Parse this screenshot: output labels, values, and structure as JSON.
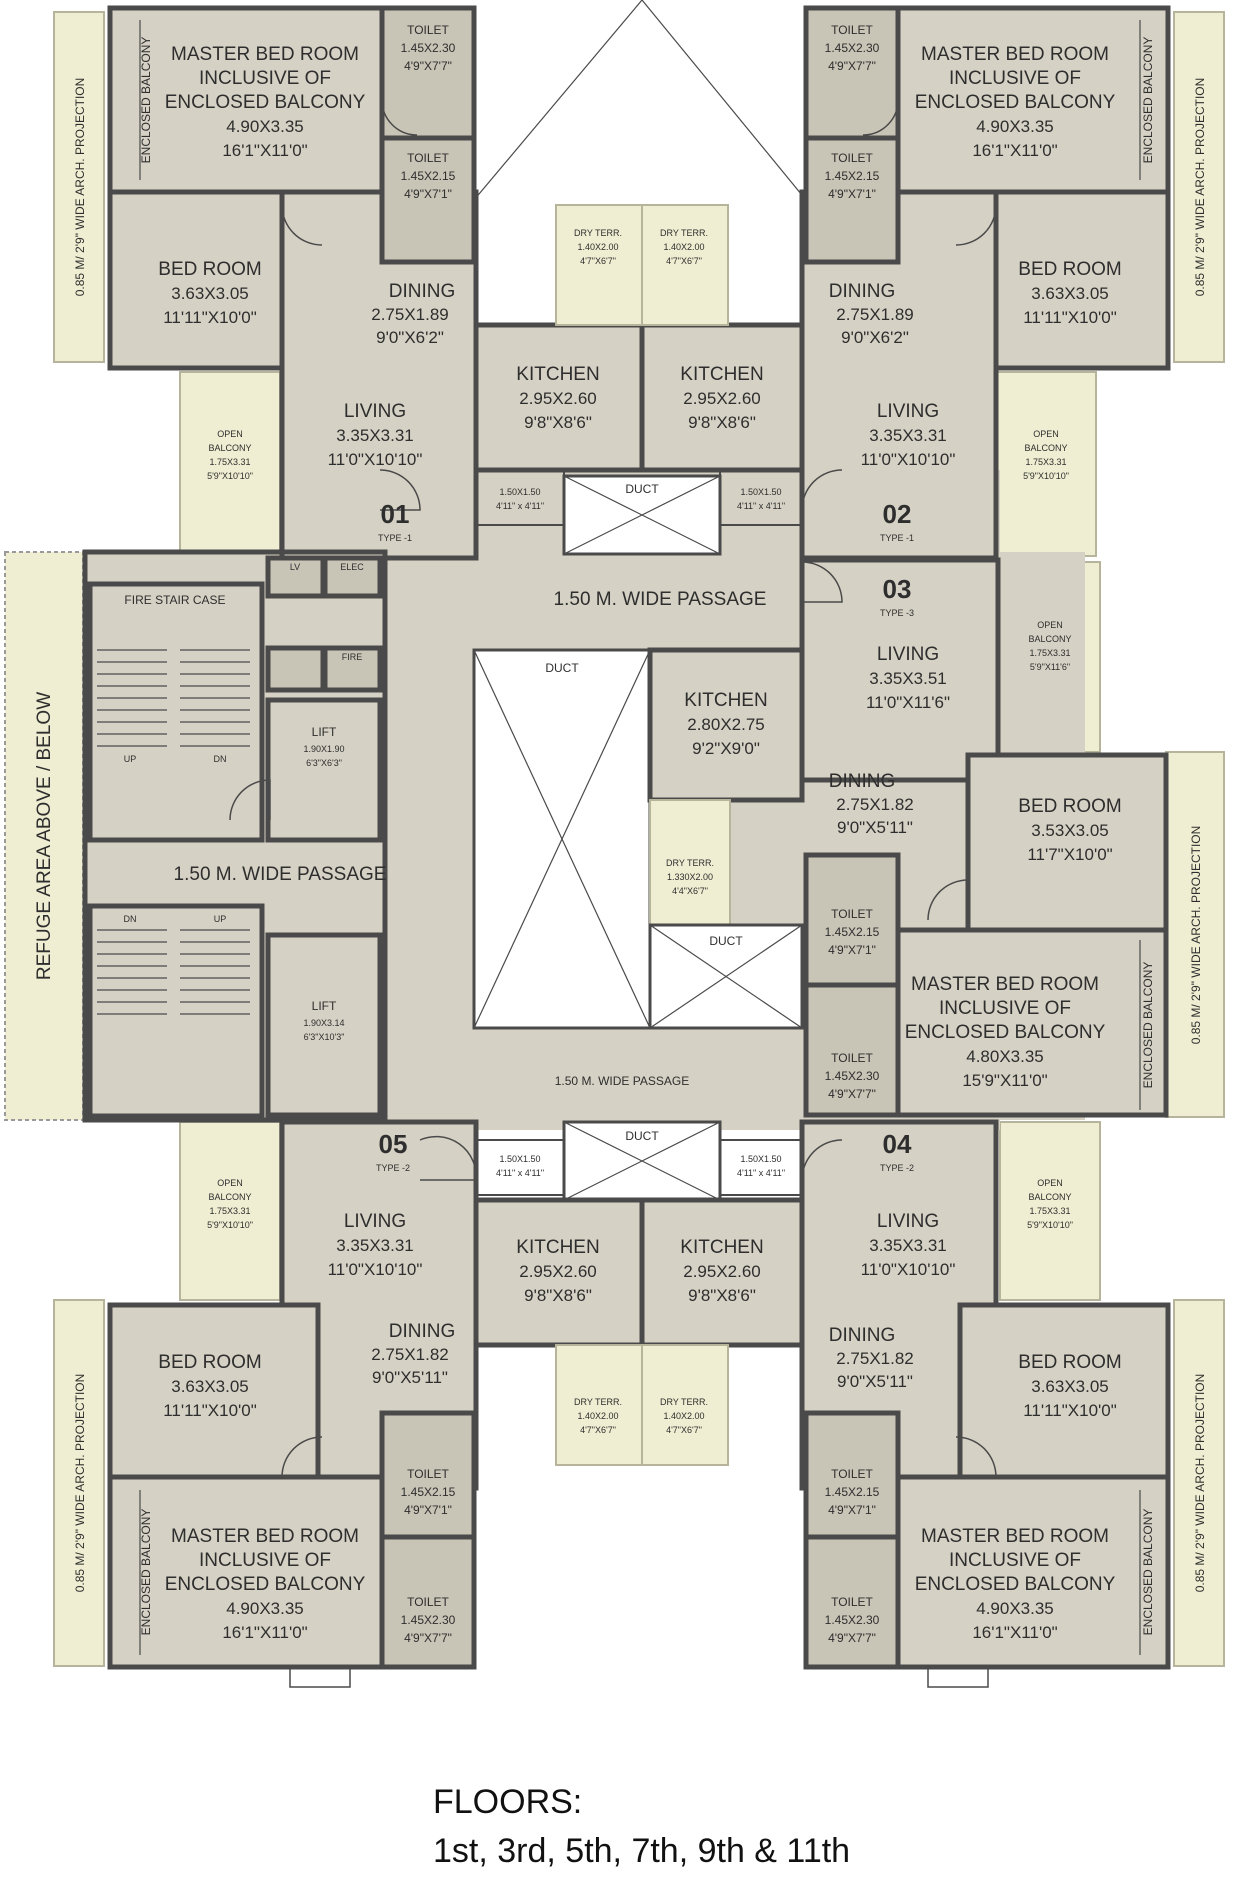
{
  "rooms": {
    "mbr_tl": [
      "MASTER BED ROOM",
      "INCLUSIVE OF",
      "ENCLOSED BALCONY",
      "4.90X3.35",
      "16'1\"X11'0\""
    ],
    "mbr_tr": [
      "MASTER BED ROOM",
      "INCLUSIVE OF",
      "ENCLOSED BALCONY",
      "4.90X3.35",
      "16'1\"X11'0\""
    ],
    "mbr_r3": [
      "MASTER BED ROOM",
      "INCLUSIVE OF",
      "ENCLOSED BALCONY",
      "4.80X3.35",
      "15'9\"X11'0\""
    ],
    "mbr_bl": [
      "MASTER BED ROOM",
      "INCLUSIVE OF",
      "ENCLOSED BALCONY",
      "4.90X3.35",
      "16'1\"X11'0\""
    ],
    "mbr_br": [
      "MASTER BED ROOM",
      "INCLUSIVE OF",
      "ENCLOSED BALCONY",
      "4.90X3.35",
      "16'1\"X11'0\""
    ],
    "bed_tl": [
      "BED ROOM",
      "3.63X3.05",
      "11'11\"X10'0\""
    ],
    "bed_tr": [
      "BED ROOM",
      "3.63X3.05",
      "11'11\"X10'0\""
    ],
    "bed_r3": [
      "BED ROOM",
      "3.53X3.05",
      "11'7\"X10'0\""
    ],
    "bed_bl": [
      "BED ROOM",
      "3.63X3.05",
      "11'11\"X10'0\""
    ],
    "bed_br": [
      "BED ROOM",
      "3.63X3.05",
      "11'11\"X10'0\""
    ],
    "dining_1": [
      "DINING",
      "2.75X1.89",
      "9'0\"X6'2\""
    ],
    "dining_2": [
      "DINING",
      "2.75X1.89",
      "9'0\"X6'2\""
    ],
    "dining_3": [
      "DINING",
      "2.75X1.82",
      "9'0\"X5'11\""
    ],
    "dining_5": [
      "DINING",
      "2.75X1.82",
      "9'0\"X5'11\""
    ],
    "dining_4": [
      "DINING",
      "2.75X1.82",
      "9'0\"X5'11\""
    ],
    "living_1": [
      "LIVING",
      "3.35X3.31",
      "11'0\"X10'10\""
    ],
    "living_2": [
      "LIVING",
      "3.35X3.31",
      "11'0\"X10'10\""
    ],
    "living_3": [
      "LIVING",
      "3.35X3.51",
      "11'0\"X11'6\""
    ],
    "living_5": [
      "LIVING",
      "3.35X3.31",
      "11'0\"X10'10\""
    ],
    "living_4": [
      "LIVING",
      "3.35X3.31",
      "11'0\"X10'10\""
    ],
    "kitchen_1": [
      "KITCHEN",
      "2.95X2.60",
      "9'8\"X8'6\""
    ],
    "kitchen_2": [
      "KITCHEN",
      "2.95X2.60",
      "9'8\"X8'6\""
    ],
    "kitchen_3": [
      "KITCHEN",
      "2.80X2.75",
      "9'2\"X9'0\""
    ],
    "kitchen_5": [
      "KITCHEN",
      "2.95X2.60",
      "9'8\"X8'6\""
    ],
    "kitchen_4": [
      "KITCHEN",
      "2.95X2.60",
      "9'8\"X8'6\""
    ],
    "toilet_a": [
      "TOILET",
      "1.45X2.30",
      "4'9\"X7'7\""
    ],
    "toilet_b": [
      "TOILET",
      "1.45X2.15",
      "4'9\"X7'1\""
    ],
    "dry_terr": [
      "DRY TERR.",
      "1.40X2.00",
      "4'7\"X6'7\""
    ],
    "dry_terr_3": [
      "DRY TERR.",
      "1.330X2.00",
      "4'4\"X6'7\""
    ],
    "open_balc": [
      "OPEN",
      "BALCONY",
      "1.75X3.31",
      "5'9\"X10'10\""
    ],
    "open_balc_3": [
      "OPEN",
      "BALCONY",
      "1.75X3.31",
      "5'9\"X11'6\""
    ],
    "lobby": [
      "1.50X1.50",
      "4'11\" x 4'11\""
    ],
    "lift_1": [
      "LIFT",
      "1.90X1.90",
      "6'3\"X6'3\""
    ],
    "lift_2": [
      "LIFT",
      "1.90X3.14",
      "6'3\"X10'3\""
    ]
  },
  "labels": {
    "duct": "DUCT",
    "enclosed_balcony": "ENCLOSED BALCONY",
    "projection": "0.85 M/ 2'9\" WIDE ARCH. PROJECTION",
    "fire_stair": "FIRE STAIR CASE",
    "passage_top": "1.50 M. WIDE PASSAGE",
    "passage_left": "1.50 M. WIDE PASSAGE",
    "passage_bottom": "1.50 M. WIDE PASSAGE",
    "refuge": "REFUGE AREA ABOVE / BELOW",
    "up": "UP",
    "dn": "DN",
    "lv": "LV",
    "elec": "ELEC",
    "fire": "FIRE",
    "floors_title": "FLOORS:",
    "floors_list": "1st, 3rd, 5th, 7th, 9th & 11th"
  },
  "units": [
    {
      "number": "01",
      "type": "TYPE -1"
    },
    {
      "number": "02",
      "type": "TYPE -1"
    },
    {
      "number": "03",
      "type": "TYPE -3"
    },
    {
      "number": "05",
      "type": "TYPE -2"
    },
    {
      "number": "04",
      "type": "TYPE -2"
    }
  ],
  "colors": {
    "floor": "#d5d1c4",
    "wall": "#4a4a4a",
    "balcony": "#efeed2"
  }
}
